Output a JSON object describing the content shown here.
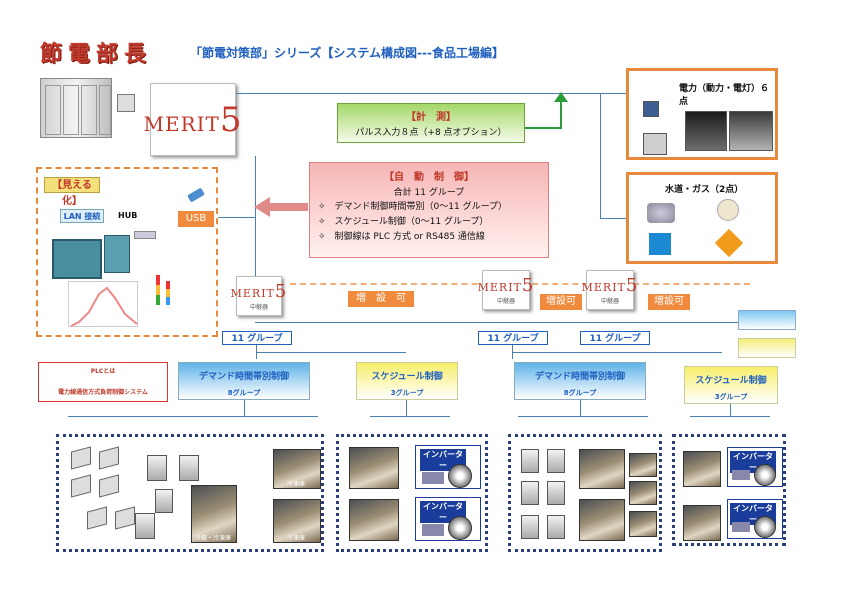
{
  "header": {
    "title": "節電部長",
    "subtitle": "「節電対策部」シリーズ【システム構成図---食品工場編】"
  },
  "measure": {
    "title": "【計　測】",
    "line1": "パルス入力８点（+8 点オプション）"
  },
  "control": {
    "title": "【自　動　制　御】",
    "total": "合計 11 グループ",
    "items": [
      "デマンド制御時間帯別（0～11 グループ）",
      "スケジュール制御（0～11 グループ）",
      "制御線は PLC 方式 or RS485 通信線"
    ]
  },
  "visual": {
    "title": "【見える化】",
    "lan": "LAN 接続",
    "hub": "HUB",
    "usb": "USB"
  },
  "power_box": {
    "title": "電力（動力・電灯）６点"
  },
  "water_box": {
    "title": "水道・ガス（2点）"
  },
  "expansion": {
    "label1": "増　設　可",
    "label2": "増設可",
    "label3": "増設可"
  },
  "groups": {
    "g1": "11 グループ",
    "g2": "11 グループ",
    "g3": "11 グループ"
  },
  "plc_note": {
    "title": "PLCとは",
    "text": "電力線通信方式負荷制御システム"
  },
  "demand1": {
    "title": "デマンド時間帯別制御",
    "sub": "8グループ"
  },
  "schedule1": {
    "title": "スケジュール制御",
    "sub": "3グループ"
  },
  "demand2": {
    "title": "デマンド時間帯別制御",
    "sub": "8グループ"
  },
  "schedule2": {
    "title": "スケジュール制御",
    "sub": "3グループ"
  },
  "merit": {
    "main": "MERIT",
    "num": "5",
    "sub_small": "中継器"
  },
  "inverter": "インバーター",
  "photo_captions": {
    "c1": "冷凍庫",
    "c2": "冷蔵・冷凍庫",
    "c3": "冷凍庫"
  },
  "colors": {
    "accent_red": "#c0392b",
    "accent_blue": "#1f5fbf",
    "orange": "#e8883a",
    "green": "#7ac943"
  }
}
